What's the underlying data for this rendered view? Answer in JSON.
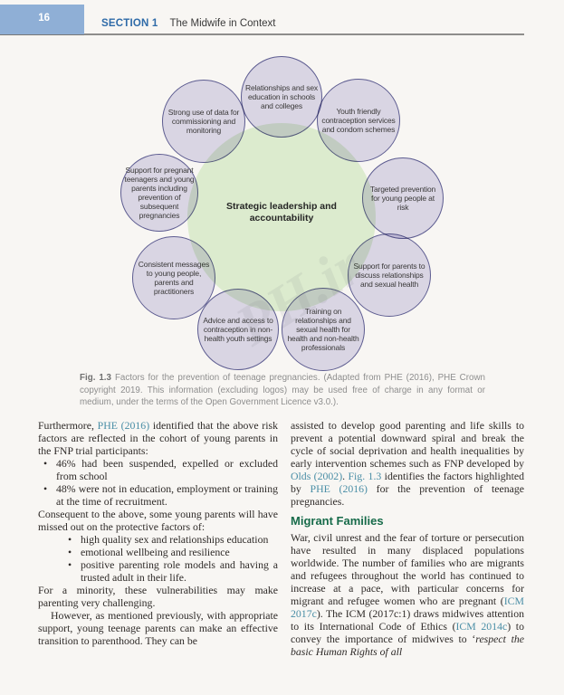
{
  "header": {
    "page_number": "16",
    "section_label": "SECTION 1",
    "section_title": "The Midwife in Context"
  },
  "figure": {
    "center_label": "Strategic leadership and accountability",
    "circles": [
      {
        "id": "relationships-sex-education",
        "label": "Relationships and sex education in schools and colleges"
      },
      {
        "id": "strong-use-of-data",
        "label": "Strong use of data for commissioning and monitoring"
      },
      {
        "id": "youth-friendly-contraception",
        "label": "Youth friendly contraception services and condom schemes"
      },
      {
        "id": "support-pregnant-teenagers",
        "label": "Support for pregnant teenagers and young parents including prevention of subsequent pregnancies"
      },
      {
        "id": "targeted-prevention",
        "label": "Targeted prevention for young people at risk"
      },
      {
        "id": "consistent-messages",
        "label": "Consistent messages to young people, parents and practitioners"
      },
      {
        "id": "support-parents-discuss",
        "label": "Support for parents to discuss relationships and sexual health"
      },
      {
        "id": "advice-access-contraception",
        "label": "Advice and access to contraception in non-health youth settings"
      },
      {
        "id": "training-relationships-sexual-health",
        "label": "Training on relationships and sexual health for health and non-health professionals"
      }
    ],
    "caption_tag": "Fig. 1.3",
    "caption_text": "Factors for the prevention of teenage pregnancies. (Adapted from PHE (2016), PHE Crown copyright 2019. This information (excluding logos) may be used free of charge in any format or medium, under the terms of the Open Government Licence v3.0.).",
    "watermark": "PH.ir"
  },
  "content": {
    "left_column": [
      {
        "type": "para",
        "segments": [
          {
            "t": "Furthermore, "
          },
          {
            "t": "PHE (2016)",
            "s": "link"
          },
          {
            "t": " identified that the above risk factors are reflected in the cohort of young parents in the FNP trial participants:"
          }
        ]
      },
      {
        "type": "bullet",
        "level": 1,
        "segments": [
          {
            "t": "46% had been suspended, expelled or excluded from school"
          }
        ]
      },
      {
        "type": "bullet",
        "level": 1,
        "segments": [
          {
            "t": "48% were not in education, employment or training at the time of recruitment."
          }
        ]
      },
      {
        "type": "para",
        "segments": [
          {
            "t": "Consequent to the above, some young parents will have missed out on the protective factors of:"
          }
        ]
      },
      {
        "type": "bullet",
        "level": 2,
        "segments": [
          {
            "t": "high quality sex and relationships education"
          }
        ]
      },
      {
        "type": "bullet",
        "level": 2,
        "segments": [
          {
            "t": "emotional wellbeing and resilience"
          }
        ]
      },
      {
        "type": "bullet",
        "level": 2,
        "segments": [
          {
            "t": "positive parenting role models and having a trusted adult in their life."
          }
        ]
      },
      {
        "type": "para",
        "segments": [
          {
            "t": "For a minority, these vulnerabilities may make parenting very challenging."
          }
        ]
      },
      {
        "type": "para",
        "indent": true,
        "segments": [
          {
            "t": "However, as mentioned previously, with appropriate support, young teenage parents can make an effective transition to parenthood. They can be"
          }
        ]
      }
    ],
    "right_column": [
      {
        "type": "para",
        "segments": [
          {
            "t": "assisted to develop good parenting and life skills to prevent a potential downward spiral and break the cycle of social deprivation and health inequalities by early intervention schemes such as FNP developed by "
          },
          {
            "t": "Olds (2002)",
            "s": "link"
          },
          {
            "t": ". "
          },
          {
            "t": "Fig. 1.3",
            "s": "link"
          },
          {
            "t": " identifies the factors highlighted by "
          },
          {
            "t": "PHE (2016)",
            "s": "link"
          },
          {
            "t": " for the prevention of teenage pregnancies."
          }
        ]
      },
      {
        "type": "heading",
        "text": "Migrant Families"
      },
      {
        "type": "para",
        "segments": [
          {
            "t": "War, civil unrest and the fear of torture or persecution have resulted in many displaced populations worldwide. The number of families who are migrants and refugees throughout the world has continued to increase at a pace, with particular concerns for migrant and refugee women who are pregnant ("
          },
          {
            "t": "ICM 2017c",
            "s": "link"
          },
          {
            "t": "). The ICM (2017c:1) draws midwives attention to its International Code of Ethics ("
          },
          {
            "t": "ICM 2014c",
            "s": "link"
          },
          {
            "t": ") to convey the importance of midwives to ‘"
          },
          {
            "t": "respect the basic Human Rights of all",
            "s": "italic"
          }
        ]
      }
    ]
  },
  "colors": {
    "page_background": "#f8f6f3",
    "header_box_blue": "#8fafd6",
    "section_label_blue": "#2f6ba8",
    "link_teal": "#4a8ea6",
    "heading_green": "#176b4a",
    "circle_fill_lavender": "#dcd9ea",
    "circle_border_purple": "#5f5f97",
    "center_circle_green": "#dcebce",
    "caption_gray": "#8e8e8e"
  }
}
